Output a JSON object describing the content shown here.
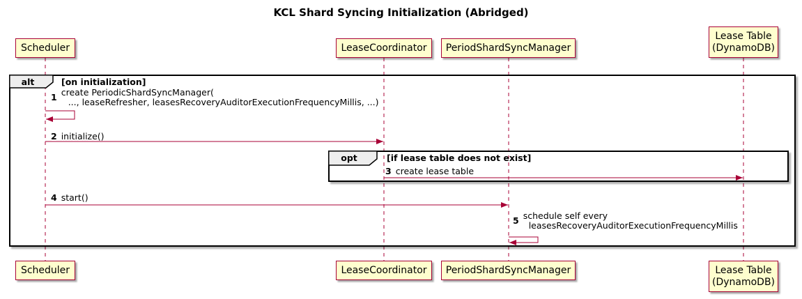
{
  "title": "KCL Shard Syncing Initialization (Abridged)",
  "participants": {
    "scheduler": {
      "label": "Scheduler"
    },
    "lease_coordinator": {
      "label": "LeaseCoordinator"
    },
    "period_shard_sync_manager": {
      "label": "PeriodShardSyncManager"
    },
    "lease_table": {
      "line1": "Lease Table",
      "line2": "(DynamoDB)"
    }
  },
  "frames": {
    "alt": {
      "label": "alt",
      "guard": "[on initialization]"
    },
    "opt": {
      "label": "opt",
      "guard": "[if lease table does not exist]"
    }
  },
  "messages": {
    "m1": {
      "num": "1",
      "line1": "create PeriodicShardSyncManager(",
      "line2": "..., leaseRefresher, leasesRecoveryAuditorExecutionFrequencyMillis, ...)",
      "from": "Scheduler",
      "to": "Scheduler",
      "kind": "self"
    },
    "m2": {
      "num": "2",
      "text": "initialize()",
      "from": "Scheduler",
      "to": "LeaseCoordinator",
      "kind": "arrow"
    },
    "m3": {
      "num": "3",
      "text": "create lease table",
      "from": "LeaseCoordinator",
      "to": "Lease Table (DynamoDB)",
      "kind": "arrow"
    },
    "m4": {
      "num": "4",
      "text": "start()",
      "from": "Scheduler",
      "to": "PeriodShardSyncManager",
      "kind": "arrow"
    },
    "m5": {
      "num": "5",
      "line1": "schedule self every",
      "line2": "leasesRecoveryAuditorExecutionFrequencyMillis",
      "from": "PeriodShardSyncManager",
      "to": "PeriodShardSyncManager",
      "kind": "self"
    }
  },
  "colors": {
    "participant_fill": "#FEFECE",
    "stroke": "#A80036",
    "frame_border": "#000000",
    "pentagon_fill": "#EEEEEE",
    "background": "#FFFFFF"
  }
}
